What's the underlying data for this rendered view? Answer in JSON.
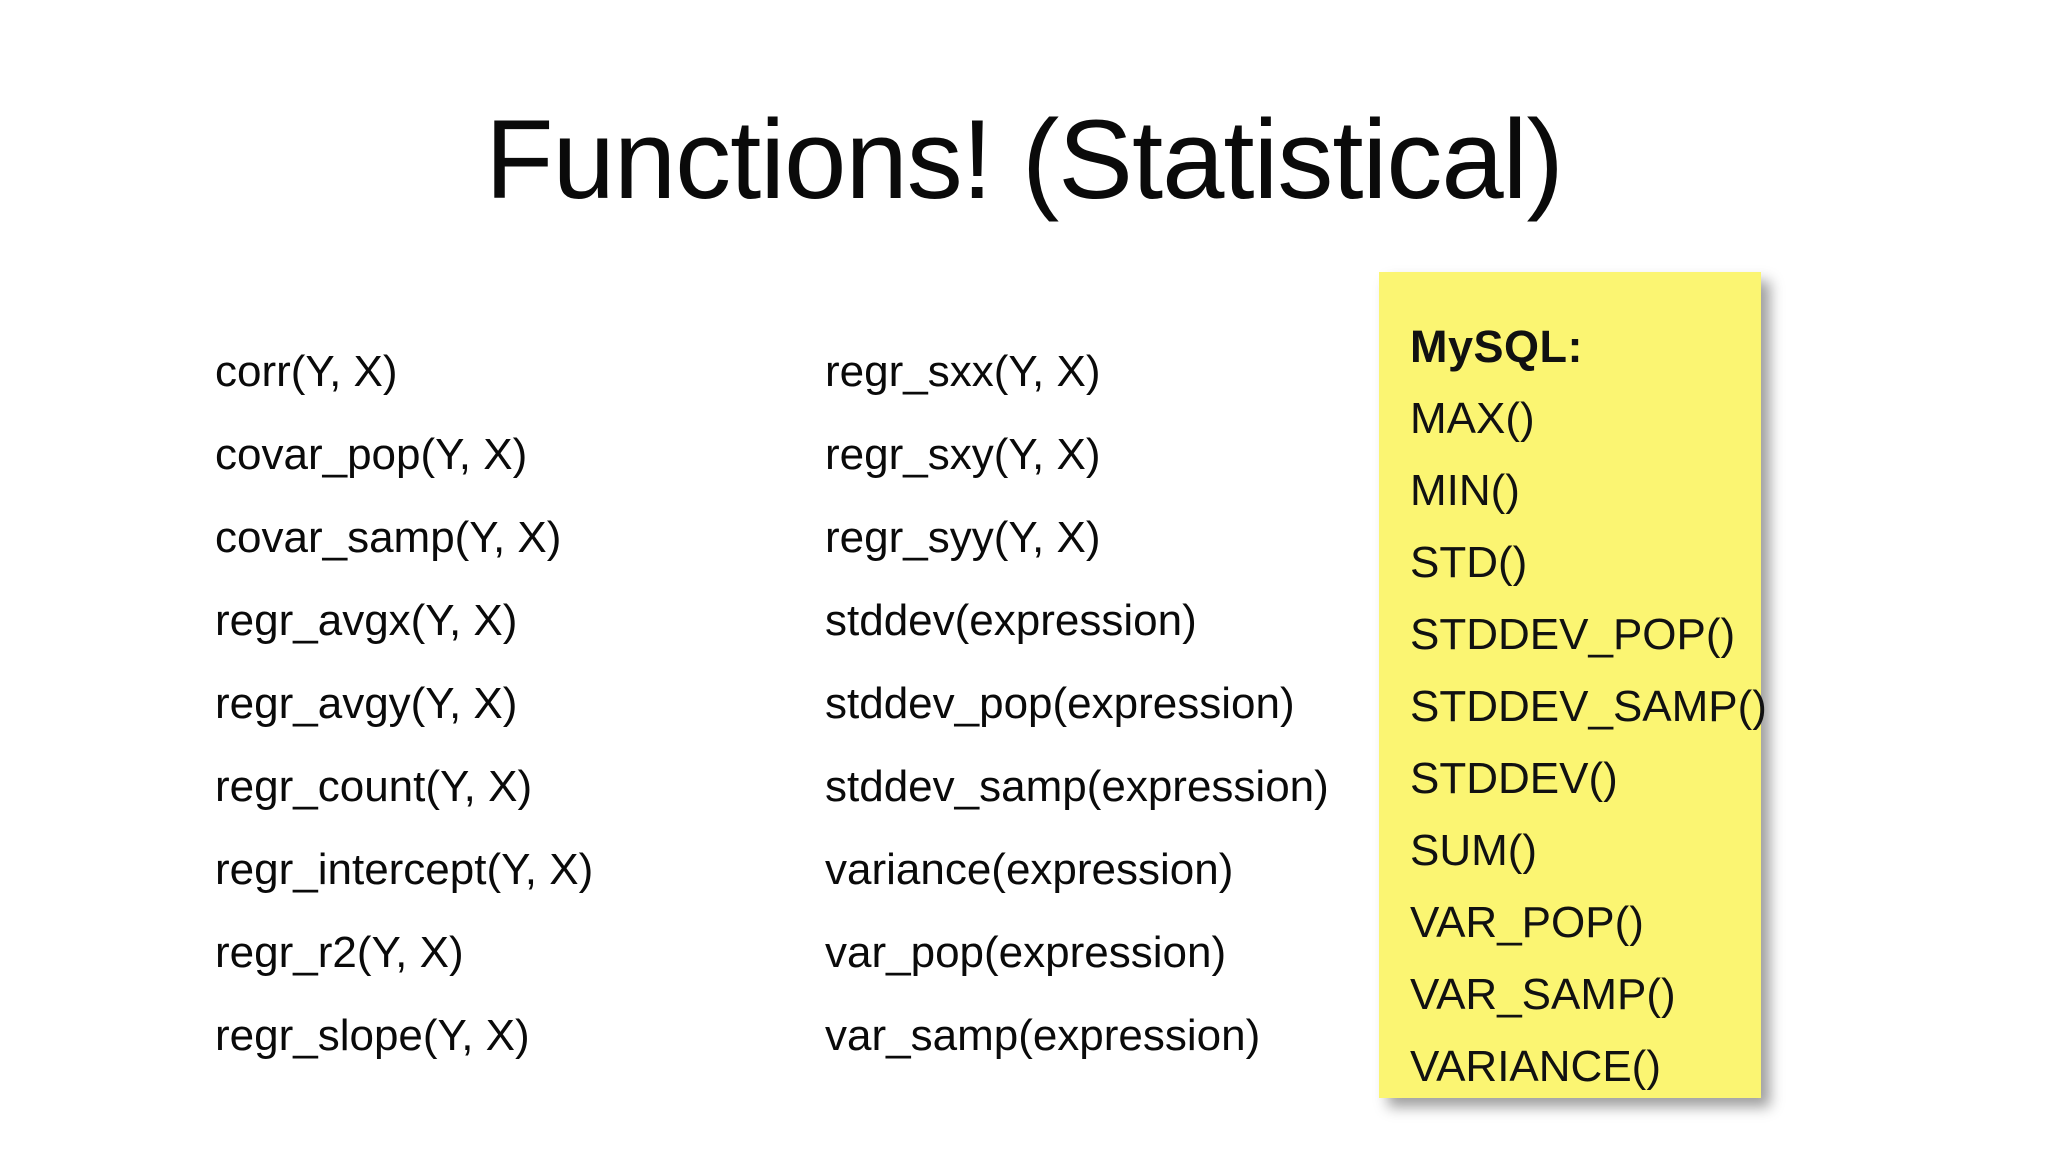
{
  "slide": {
    "title": "Functions! (Statistical)",
    "background_color": "#ffffff",
    "text_color": "#0a0a0a"
  },
  "columns": {
    "left": [
      "corr(Y, X)",
      "covar_pop(Y, X)",
      "covar_samp(Y, X)",
      "regr_avgx(Y, X)",
      "regr_avgy(Y, X)",
      "regr_count(Y, X)",
      "regr_intercept(Y, X)",
      "regr_r2(Y, X)",
      "regr_slope(Y, X)"
    ],
    "right": [
      "regr_sxx(Y, X)",
      "regr_sxy(Y, X)",
      "regr_syy(Y, X)",
      "stddev(expression)",
      "stddev_pop(expression)",
      "stddev_samp(expression)",
      "variance(expression)",
      "var_pop(expression)",
      "var_samp(expression)"
    ]
  },
  "mysql_card": {
    "heading": "MySQL:",
    "background_color": "#fbf572",
    "text_color": "#111111",
    "items": [
      "MAX()",
      "MIN()",
      "STD()",
      "STDDEV_POP()",
      "STDDEV_SAMP()",
      "STDDEV()",
      "SUM()",
      "VAR_POP()",
      "VAR_SAMP()",
      "VARIANCE()"
    ]
  }
}
